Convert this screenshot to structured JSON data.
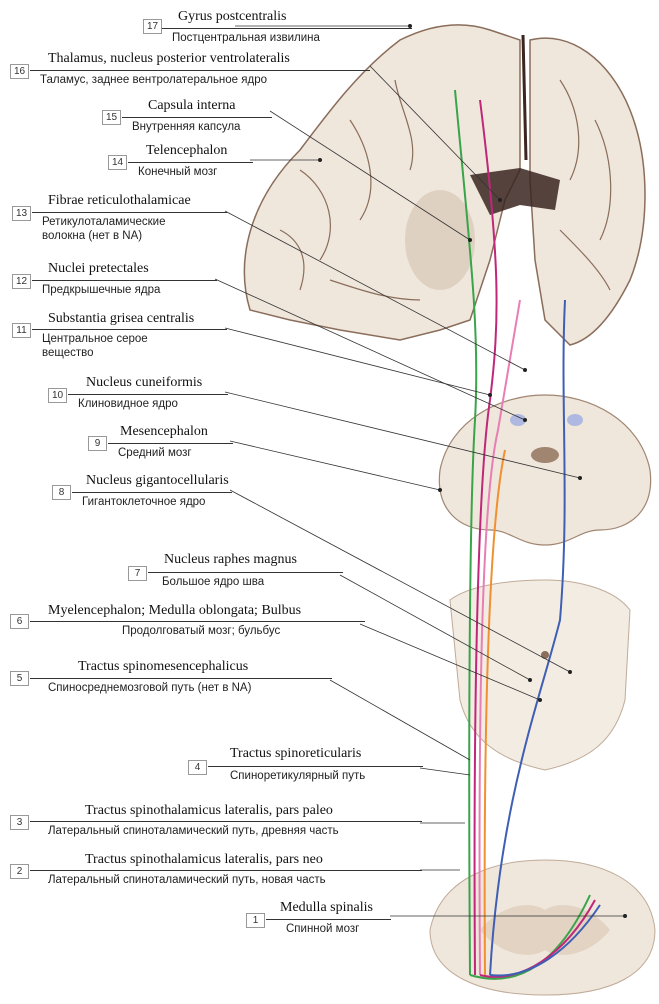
{
  "colors": {
    "green": "#3aa44a",
    "magenta": "#c0277a",
    "pink": "#e87fb4",
    "orange": "#f09030",
    "blue": "#3f5fb5",
    "brain": "#efe6dc",
    "brain_shade": "#d9c7b6",
    "sulci": "#8a6d5a",
    "nerve_dot": "#222222"
  },
  "labels": [
    {
      "num": "17",
      "latin": "Gyrus postcentralis",
      "russian": "Постцентральная извилина"
    },
    {
      "num": "16",
      "latin": "Thalamus, nucleus posterior ventrolateralis",
      "russian": "Таламус, заднее вентролатеральное ядро"
    },
    {
      "num": "15",
      "latin": "Capsula interna",
      "russian": "Внутренняя капсула"
    },
    {
      "num": "14",
      "latin": "Telencephalon",
      "russian": "Конечный мозг"
    },
    {
      "num": "13",
      "latin": "Fibrae reticulothalamicae",
      "russian": "Ретикулоталамические",
      "russian2": "волокна (нет в NA)"
    },
    {
      "num": "12",
      "latin": "Nuclei pretectales",
      "russian": "Предкрышечные ядра"
    },
    {
      "num": "11",
      "latin": "Substantia grisea centralis",
      "russian": "Центральное серое",
      "russian2": "вещество"
    },
    {
      "num": "10",
      "latin": "Nucleus cuneiformis",
      "russian": "Клиновидное ядро"
    },
    {
      "num": "9",
      "latin": "Mesencephalon",
      "russian": "Средний мозг"
    },
    {
      "num": "8",
      "latin": "Nucleus gigantocellularis",
      "russian": "Гигантоклеточное ядро"
    },
    {
      "num": "7",
      "latin": "Nucleus raphes magnus",
      "russian": "Большое ядро шва"
    },
    {
      "num": "6",
      "latin": "Myelencephalon; Medulla oblongata; Bulbus",
      "russian": "Продолговатый мозг; бульбус"
    },
    {
      "num": "5",
      "latin": "Tractus spinomesencephalicus",
      "russian": "Спиносреднемозговой путь (нет в NA)"
    },
    {
      "num": "4",
      "latin": "Tractus spinoreticularis",
      "russian": "Спиноретикулярный путь"
    },
    {
      "num": "3",
      "latin": "Tractus spinothalamicus lateralis, pars paleo",
      "russian": "Латеральный спиноталамический путь, древняя часть"
    },
    {
      "num": "2",
      "latin": "Tractus spinothalamicus lateralis, pars neo",
      "russian": "Латеральный спиноталамический путь, новая часть"
    },
    {
      "num": "1",
      "latin": "Medulla spinalis",
      "russian": "Спинной мозг"
    }
  ]
}
